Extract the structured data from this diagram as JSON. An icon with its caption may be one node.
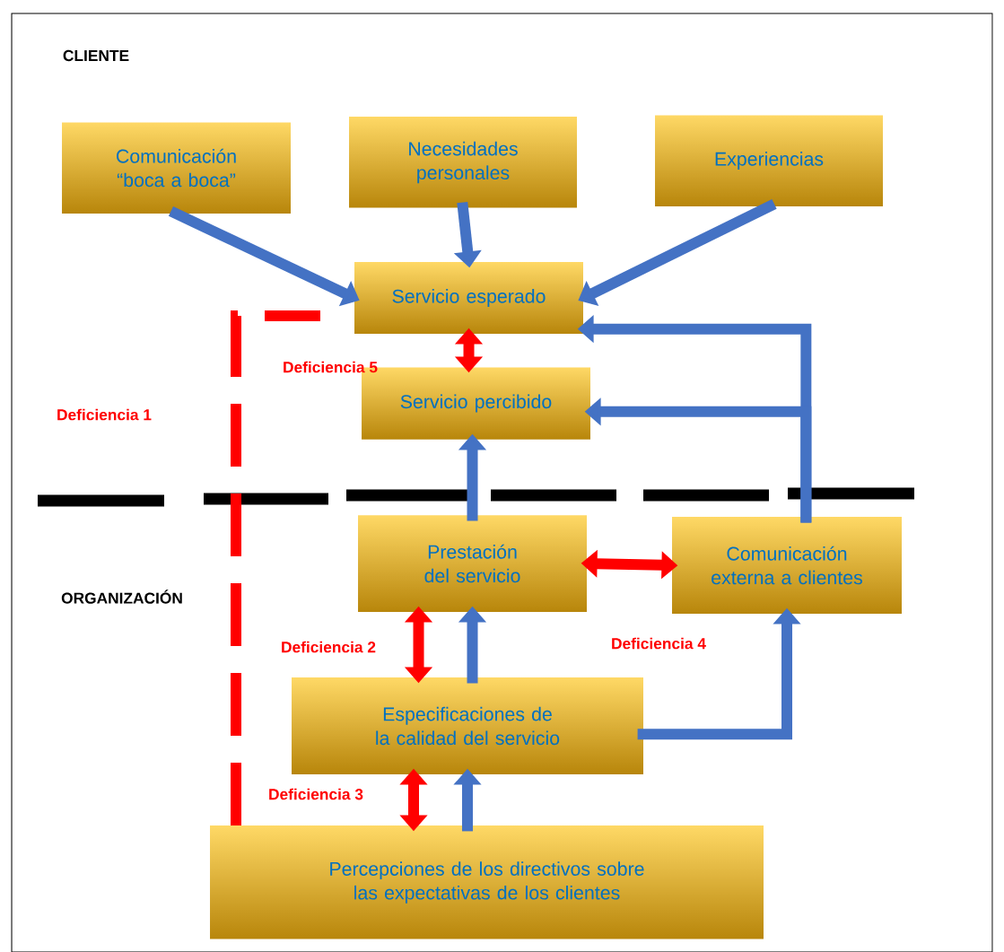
{
  "diagram": {
    "nodes": [
      {
        "text": [
          "Comunicación “boca a boca”"
        ]
      },
      {
        "text": [
          "Necesidades personales"
        ]
      },
      {
        "text": [
          "Experiencias"
        ]
      },
      {
        "text": [
          "Servicio esperado"
        ]
      },
      {
        "text": [
          "Servicio percibido"
        ]
      },
      {
        "text": [
          "Prestación del servicio"
        ]
      },
      {
        "text": [
          "Comunicación externa a clientes"
        ]
      },
      {
        "text": [
          "Especificaciones de la calidad del servicio"
        ]
      },
      {
        "text": [
          "Percepciones de los directivos sobre las expectativas de los clientes"
        ]
      }
    ],
    "edges": [
      {
        "from": 0,
        "to": 3,
        "arrow": "to"
      },
      {
        "from": 1,
        "to": 3,
        "arrow": "to"
      },
      {
        "from": 2,
        "to": 3,
        "arrow": "to"
      },
      {
        "from": 3,
        "to": 4,
        "arrow": "both",
        "color": "#ff0000"
      },
      {
        "from": 5,
        "to": 4,
        "arrow": "to"
      },
      {
        "from": 5,
        "to": 6,
        "arrow": "both",
        "color": "#ff0000"
      },
      {
        "from": 7,
        "to": 5,
        "arrow": "to"
      },
      {
        "from": 7,
        "to": 5,
        "arrow": "both",
        "color": "#ff0000"
      },
      {
        "from": 7,
        "to": 6,
        "arrow": "to"
      },
      {
        "from": 8,
        "to": 7,
        "arrow": "to"
      },
      {
        "from": 8,
        "to": 7,
        "arrow": "both",
        "color": "#ff0000"
      },
      {
        "from": 6,
        "to": 3,
        "arrow": "to"
      },
      {
        "from": 6,
        "to": 4,
        "arrow": "to"
      }
    ],
    "labels": [
      "CLIENTE",
      "Deficiencia 5",
      "Deficiencia 1",
      "ORGANIZACIÓN",
      "Deficiencia 2",
      "Deficiencia 4",
      "Deficiencia 3"
    ]
  }
}
